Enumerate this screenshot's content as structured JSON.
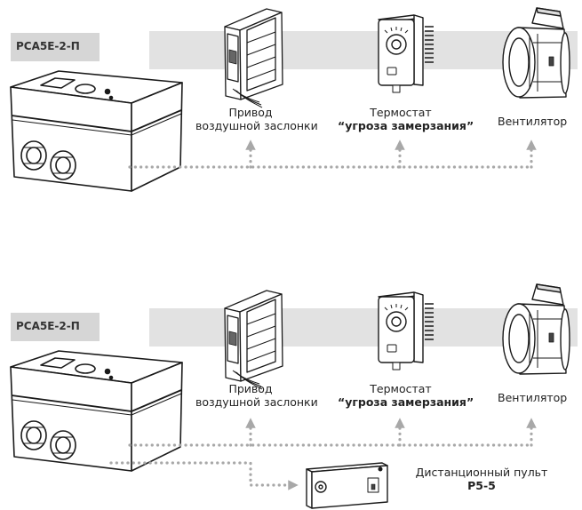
{
  "panels": [
    {
      "model": "РСА5Е-2-П",
      "actuator": {
        "line1": "Привод",
        "line2": "воздушной заслонки"
      },
      "thermostat": {
        "line1": "Термостат",
        "line2": "“угроза замерзания”"
      },
      "fan": {
        "label": "Вентилятор"
      }
    },
    {
      "model": "РСА5Е-2-П",
      "actuator": {
        "line1": "Привод",
        "line2": "воздушной заслонки"
      },
      "thermostat": {
        "line1": "Термостат",
        "line2": "“угроза замерзания”"
      },
      "fan": {
        "label": "Вентилятор"
      },
      "remote": {
        "line1": "Дистанционный пульт",
        "line2": "Р5-5"
      }
    }
  ],
  "colors": {
    "band": "#e2e2e2",
    "model_box": "#d6d6d6",
    "dots": "#a8a8a8",
    "line": "#1a1a1a"
  }
}
